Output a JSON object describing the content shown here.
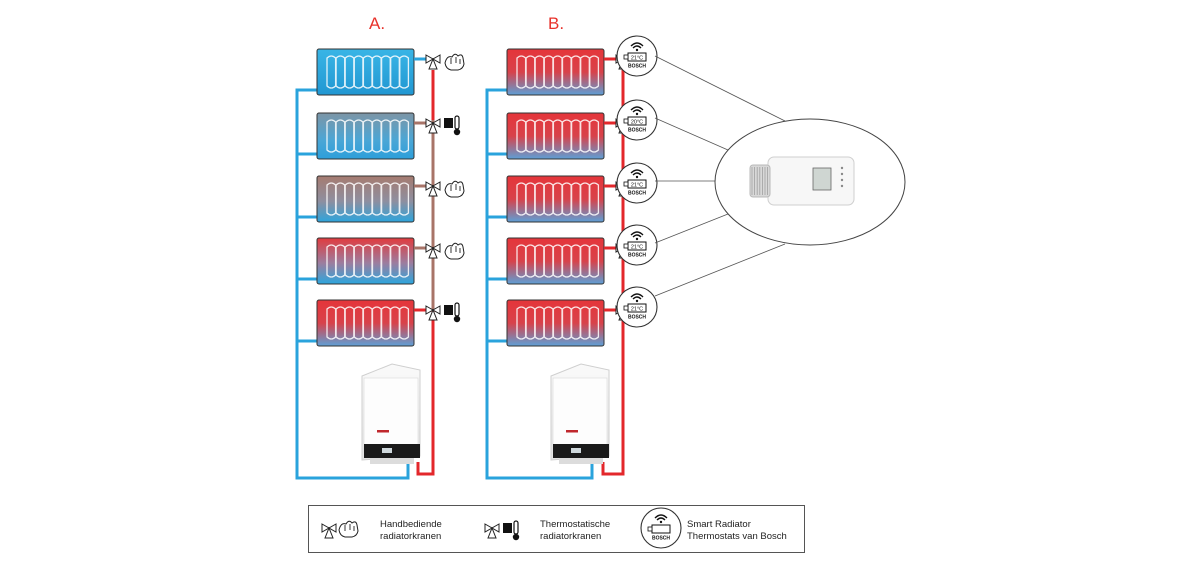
{
  "diagrams": {
    "a": {
      "label": "A."
    },
    "b": {
      "label": "B."
    }
  },
  "legend": {
    "items": [
      {
        "icon": "hand-valve-icon",
        "line1": "Handbediende",
        "line2": "radiatorkranen"
      },
      {
        "icon": "thermostat-valve-icon",
        "line1": "Thermostatische",
        "line2": "radiatorkranen"
      },
      {
        "icon": "smart-thermostat-icon",
        "line1": "Smart Radiator",
        "line2": "Thermostats van Bosch"
      }
    ]
  },
  "brand_text": "BOSCH",
  "smart_displays": [
    "21°C",
    "20°C",
    "21°C",
    "21°C",
    "21°C"
  ],
  "colors": {
    "pipe_blue": "#2aa3dc",
    "pipe_red": "#e3272b",
    "pipe_mixed": "#a87468",
    "label_red": "#e8322b"
  }
}
